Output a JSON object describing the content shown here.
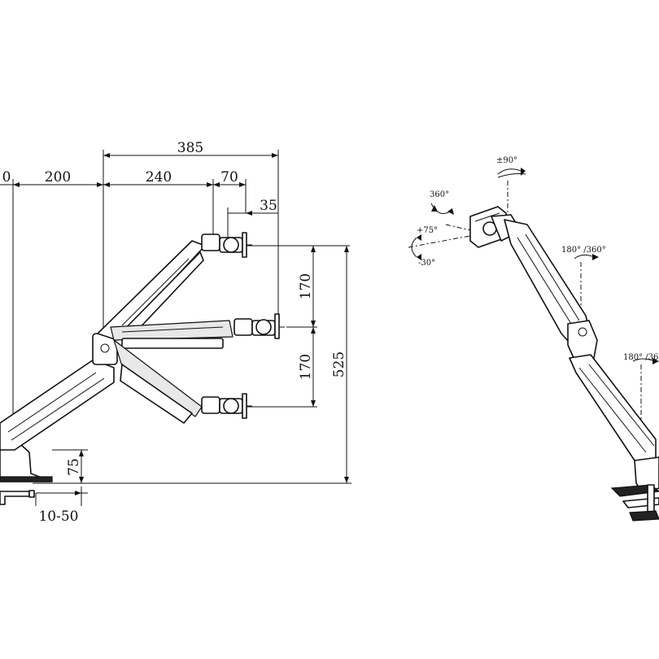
{
  "side_view": {
    "dimensions": {
      "d385": "385",
      "d200": "200",
      "d240": "240",
      "d70": "70",
      "d35": "35",
      "d170_upper": "170",
      "d170_lower": "170",
      "d525": "525",
      "d75": "75",
      "d10_50": "10-50",
      "d_left_partial": "0"
    }
  },
  "perspective_view": {
    "rotations": {
      "tilt_up_down": "±90°",
      "swivel": "360°",
      "plus75": "+75°",
      "minus30": "-30°",
      "arm_180_360": "180° /360°",
      "base_180_360": "180° /36"
    }
  },
  "colors": {
    "line": "#111111",
    "background": "#ffffff",
    "shade": "#e8e8e8"
  }
}
